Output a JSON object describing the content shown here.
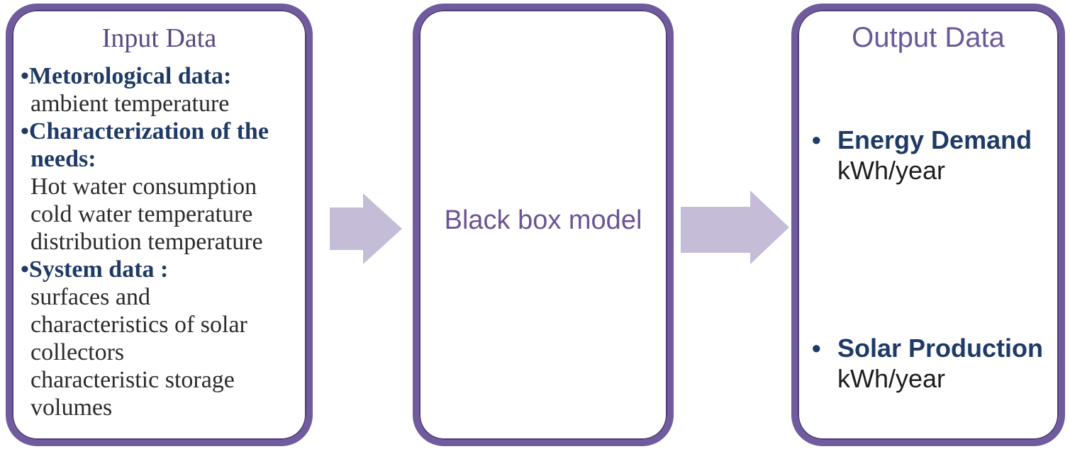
{
  "diagram": {
    "input_box": {
      "title": "Input Data",
      "lines": [
        "•Metorological data:",
        "ambient temperature",
        "•Characterization of the",
        "needs:",
        "Hot water consumption",
        "cold water temperature",
        "distribution temperature",
        "•System data :",
        "surfaces and",
        "characteristics of solar",
        "collectors",
        "characteristic storage",
        "volumes"
      ]
    },
    "process_box": {
      "label": "Black box model"
    },
    "output_box": {
      "title": "Output Data",
      "items": [
        {
          "bullet": "•",
          "name": "Energy Demand",
          "unit": "kWh/year"
        },
        {
          "bullet": "•",
          "name": "Solar Production",
          "unit": "kWh/year"
        }
      ]
    },
    "colors": {
      "border_purple": "#6f5b9d",
      "input_title_purple": "#5a4880",
      "output_title_purple": "#6b5899",
      "process_label_purple": "#6a5494",
      "bold_navy": "#1f3a66",
      "body_text": "#2b2b2b",
      "arrow_lavender": "#c5bdd8"
    }
  }
}
